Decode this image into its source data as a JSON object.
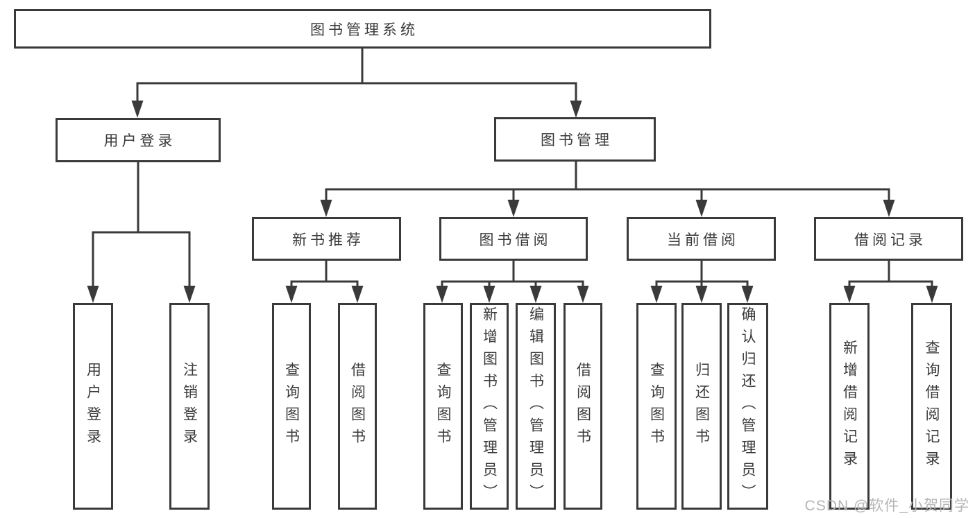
{
  "colors": {
    "line": "#3a3a3a",
    "text": "#3a3a3a",
    "background": "#ffffff",
    "watermark": "#b5b5b5"
  },
  "watermark": {
    "text": "CSDN @软件_小贺同学"
  },
  "tree": {
    "label": "图书管理系统",
    "children": [
      {
        "label": "用户登录",
        "children": [
          {
            "label": "用户登录"
          },
          {
            "label": "注销登录"
          }
        ]
      },
      {
        "label": "图书管理",
        "children": [
          {
            "label": "新书推荐",
            "children": [
              {
                "label": "查询图书"
              },
              {
                "label": "借阅图书"
              }
            ]
          },
          {
            "label": "图书借阅",
            "children": [
              {
                "label": "查询图书"
              },
              {
                "label": "新增图书（管理员）"
              },
              {
                "label": "编辑图书（管理员）"
              },
              {
                "label": "借阅图书"
              }
            ]
          },
          {
            "label": "当前借阅",
            "children": [
              {
                "label": "查询图书"
              },
              {
                "label": "归还图书"
              },
              {
                "label": "确认归还（管理员）"
              }
            ]
          },
          {
            "label": "借阅记录",
            "children": [
              {
                "label": "新增借阅记录"
              },
              {
                "label": "查询借阅记录"
              }
            ]
          }
        ]
      }
    ]
  }
}
